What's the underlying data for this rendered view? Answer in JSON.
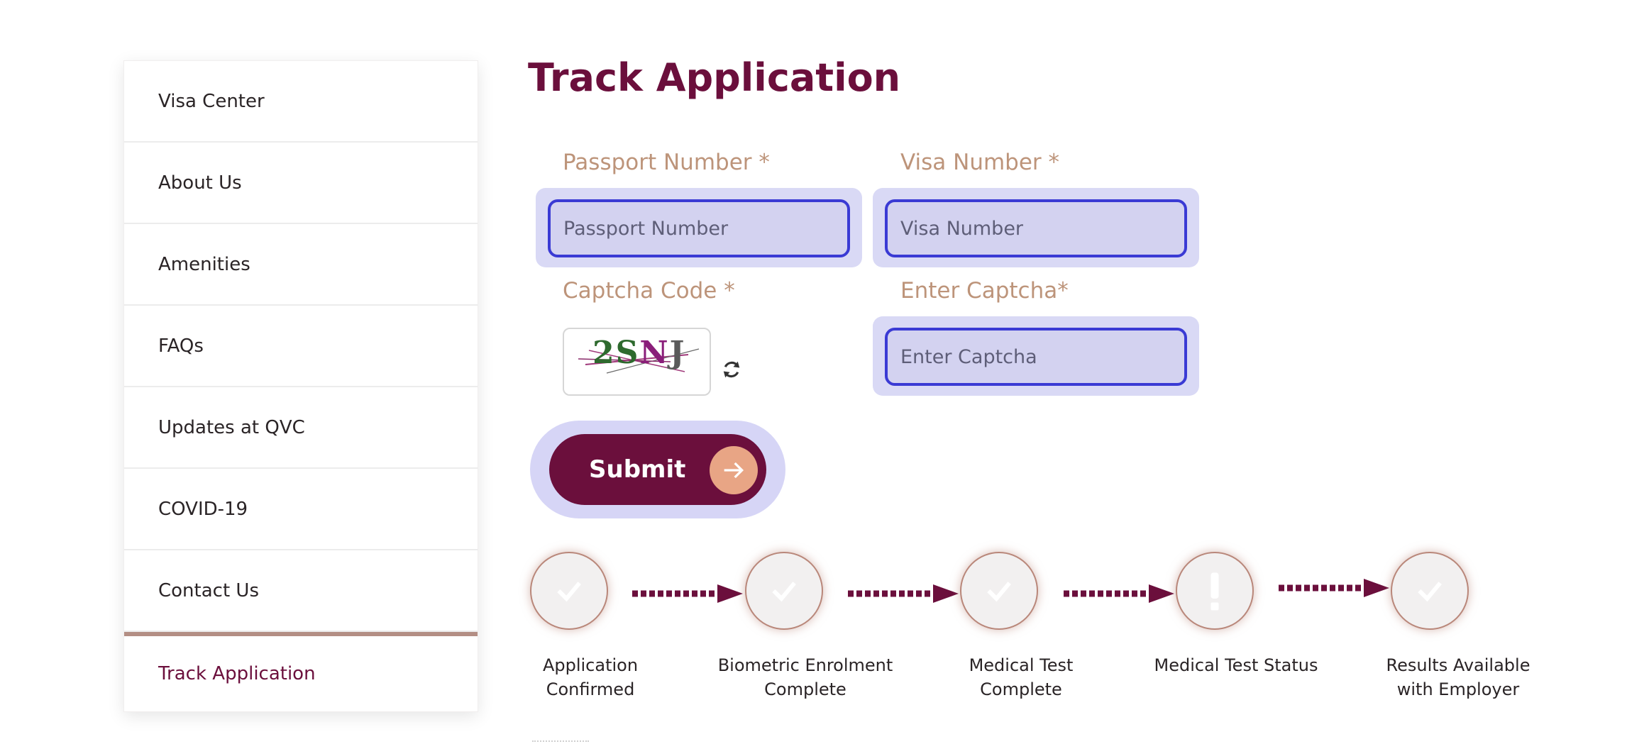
{
  "sidebar": {
    "items": [
      {
        "label": "Visa Center"
      },
      {
        "label": "About Us"
      },
      {
        "label": "Amenities"
      },
      {
        "label": "FAQs"
      },
      {
        "label": "Updates at QVC"
      },
      {
        "label": "COVID-19"
      },
      {
        "label": "Contact Us"
      },
      {
        "label": "Track Application",
        "active": true
      }
    ]
  },
  "main": {
    "title": "Track Application",
    "form": {
      "passport_label": "Passport Number *",
      "passport_placeholder": "Passport Number",
      "visa_label": "Visa Number *",
      "visa_placeholder": "Visa Number",
      "captcha_label": "Captcha Code *",
      "captcha_image_text": "2SNJ",
      "enter_captcha_label": "Enter Captcha*",
      "enter_captcha_placeholder": "Enter Captcha",
      "submit_label": "Submit"
    },
    "steps": [
      {
        "label_line1": "Application",
        "label_line2": "Confirmed",
        "icon": "check-icon"
      },
      {
        "label_line1": "Biometric Enrolment",
        "label_line2": "Complete",
        "icon": "check-icon"
      },
      {
        "label_line1": "Medical Test",
        "label_line2": "Complete",
        "icon": "check-icon"
      },
      {
        "label_line1": "Medical Test Status",
        "label_line2": "",
        "icon": "exclamation-icon"
      },
      {
        "label_line1": "Results Available",
        "label_line2": "with Employer",
        "icon": "check-icon"
      }
    ]
  },
  "colors": {
    "brand": "#6b0f3c",
    "label": "#bd947a",
    "field_border": "#3a3ad4",
    "field_bg": "#d3d2f0",
    "submit_arrow": "#e8a585"
  }
}
